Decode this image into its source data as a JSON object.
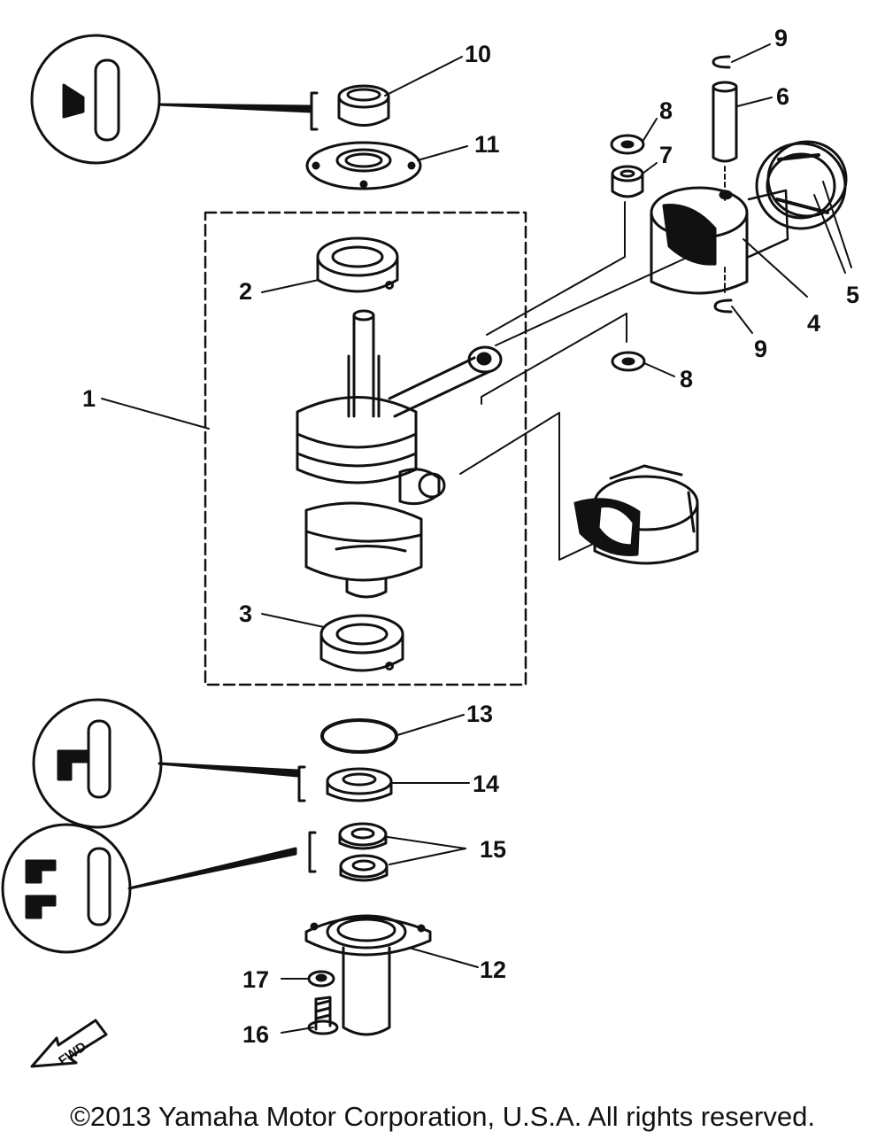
{
  "callouts": [
    "1",
    "2",
    "3",
    "4",
    "5",
    "6",
    "7",
    "8",
    "9",
    "10",
    "11",
    "12",
    "13",
    "14",
    "15",
    "16",
    "17"
  ],
  "fwd_label": "FWD",
  "copyright": "©2013 Yamaha Motor Corporation, U.S.A. All rights reserved."
}
